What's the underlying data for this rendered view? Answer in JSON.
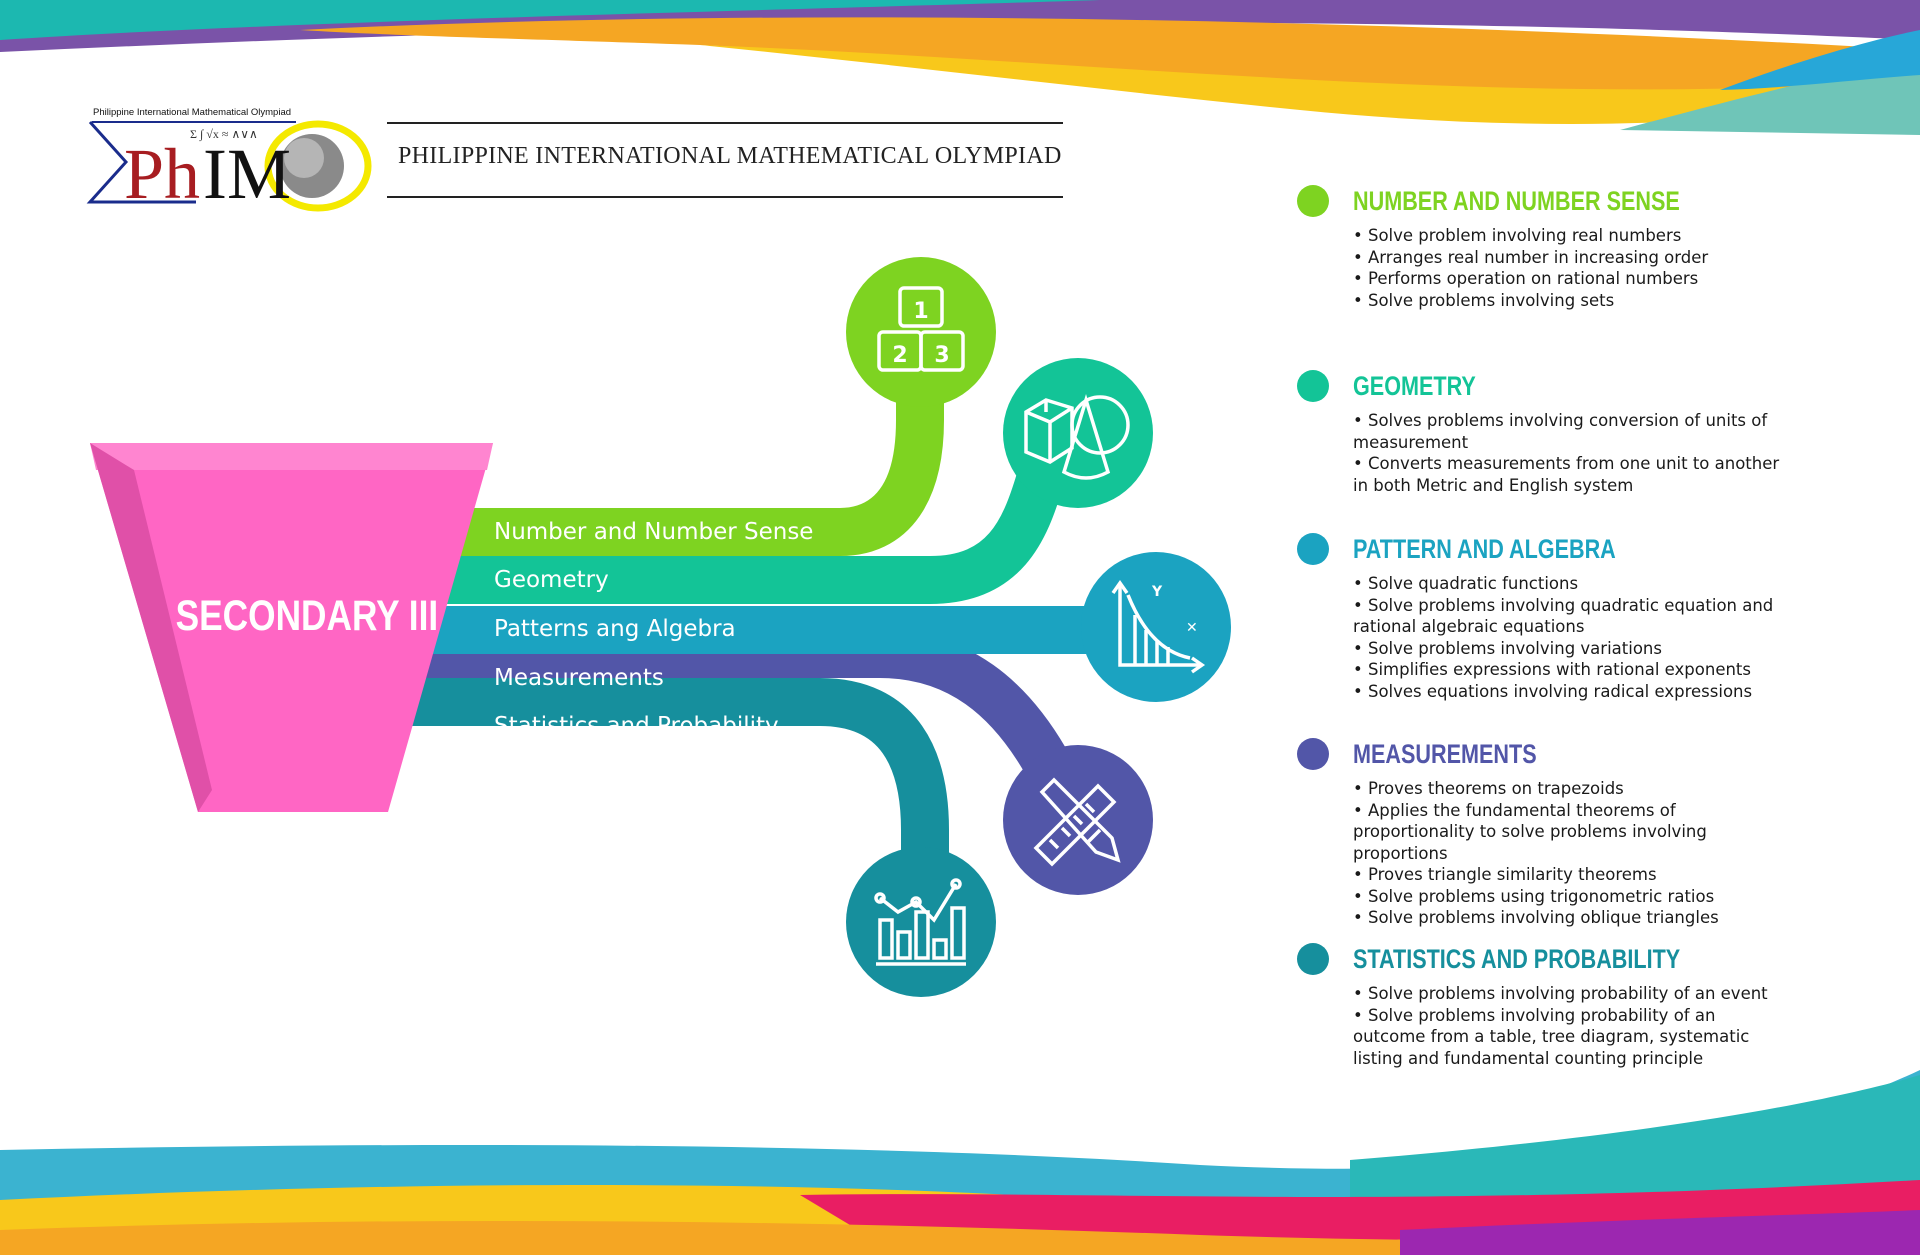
{
  "header": {
    "logo_subtitle": "Philippine International Mathematical Olympiad",
    "logo_text": "PhIMO",
    "title": "PHILIPPINE INTERNATIONAL MATHEMATICAL OLYMPIAD"
  },
  "funnel": {
    "label": "SECONDARY III",
    "color": "#ff66c4"
  },
  "bands": [
    {
      "label": "Number and Number Sense",
      "color": "#7ed321",
      "icon": "number-blocks-icon"
    },
    {
      "label": "Geometry",
      "color": "#13c497",
      "icon": "geometric-shapes-icon"
    },
    {
      "label": "Patterns ang Algebra",
      "color": "#1ba3c1",
      "icon": "graph-axes-icon"
    },
    {
      "label": "Measurements",
      "color": "#5256a8",
      "icon": "ruler-pencil-icon"
    },
    {
      "label": "Statistics and Probability",
      "color": "#168f9d",
      "icon": "bar-chart-icon"
    }
  ],
  "categories": [
    {
      "title": "NUMBER AND NUMBER SENSE",
      "color": "#7ed321",
      "items": [
        "• Solve problem involving real numbers",
        "• Arranges real number in increasing order",
        "• Performs operation on rational numbers",
        "• Solve problems involving sets"
      ]
    },
    {
      "title": "GEOMETRY",
      "color": "#13c497",
      "items": [
        "• Solves problems involving conversion of units of measurement",
        "• Converts measurements from one unit to another in both Metric and English system"
      ]
    },
    {
      "title": "PATTERN AND ALGEBRA",
      "color": "#1ba3c1",
      "items": [
        "• Solve quadratic functions",
        "• Solve problems involving quadratic equation and rational algebraic equations",
        "• Solve problems involving variations",
        "• Simplifies expressions with rational exponents",
        "• Solves equations involving radical expressions"
      ]
    },
    {
      "title": "MEASUREMENTS",
      "color": "#5256a8",
      "items": [
        "• Proves theorems on trapezoids",
        "• Applies the fundamental theorems of proportionality to solve problems involving proportions",
        "• Proves triangle similarity theorems",
        "• Solve problems using trigonometric ratios",
        "• Solve problems involving oblique triangles"
      ]
    },
    {
      "title": "STATISTICS AND PROBABILITY",
      "color": "#168f9d",
      "items": [
        "• Solve problems involving probability of an event",
        "• Solve problems involving probability of an outcome from a table, tree diagram, systematic listing and fundamental counting principle"
      ]
    }
  ]
}
